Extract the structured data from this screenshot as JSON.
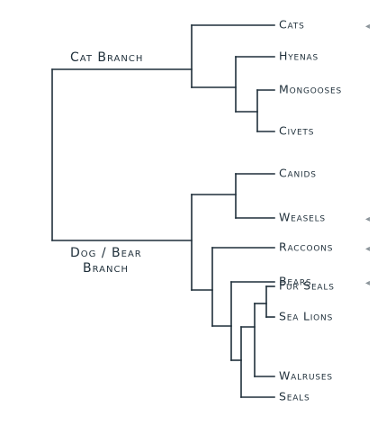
{
  "tree": {
    "group_labels": {
      "cat_branch": "Cat Branch",
      "dog_bear_line1": "Dog / Bear",
      "dog_bear_line2": "Branch"
    },
    "leaves": [
      {
        "id": "cats",
        "label": "Cats"
      },
      {
        "id": "hyenas",
        "label": "Hyenas"
      },
      {
        "id": "mongooses",
        "label": "Mongooses"
      },
      {
        "id": "civets",
        "label": "Civets"
      },
      {
        "id": "canids",
        "label": "Canids"
      },
      {
        "id": "weasels",
        "label": "Weasels"
      },
      {
        "id": "raccoons",
        "label": "Raccoons"
      },
      {
        "id": "bears",
        "label": "Bears"
      },
      {
        "id": "fur-seals",
        "label": "Fur Seals"
      },
      {
        "id": "sea-lions",
        "label": "Sea Lions"
      },
      {
        "id": "walruses",
        "label": "Walruses"
      },
      {
        "id": "seals",
        "label": "Seals"
      }
    ]
  },
  "colors": {
    "line": "#1f2f3a",
    "text": "#1f2f3a",
    "background": "#ffffff"
  }
}
